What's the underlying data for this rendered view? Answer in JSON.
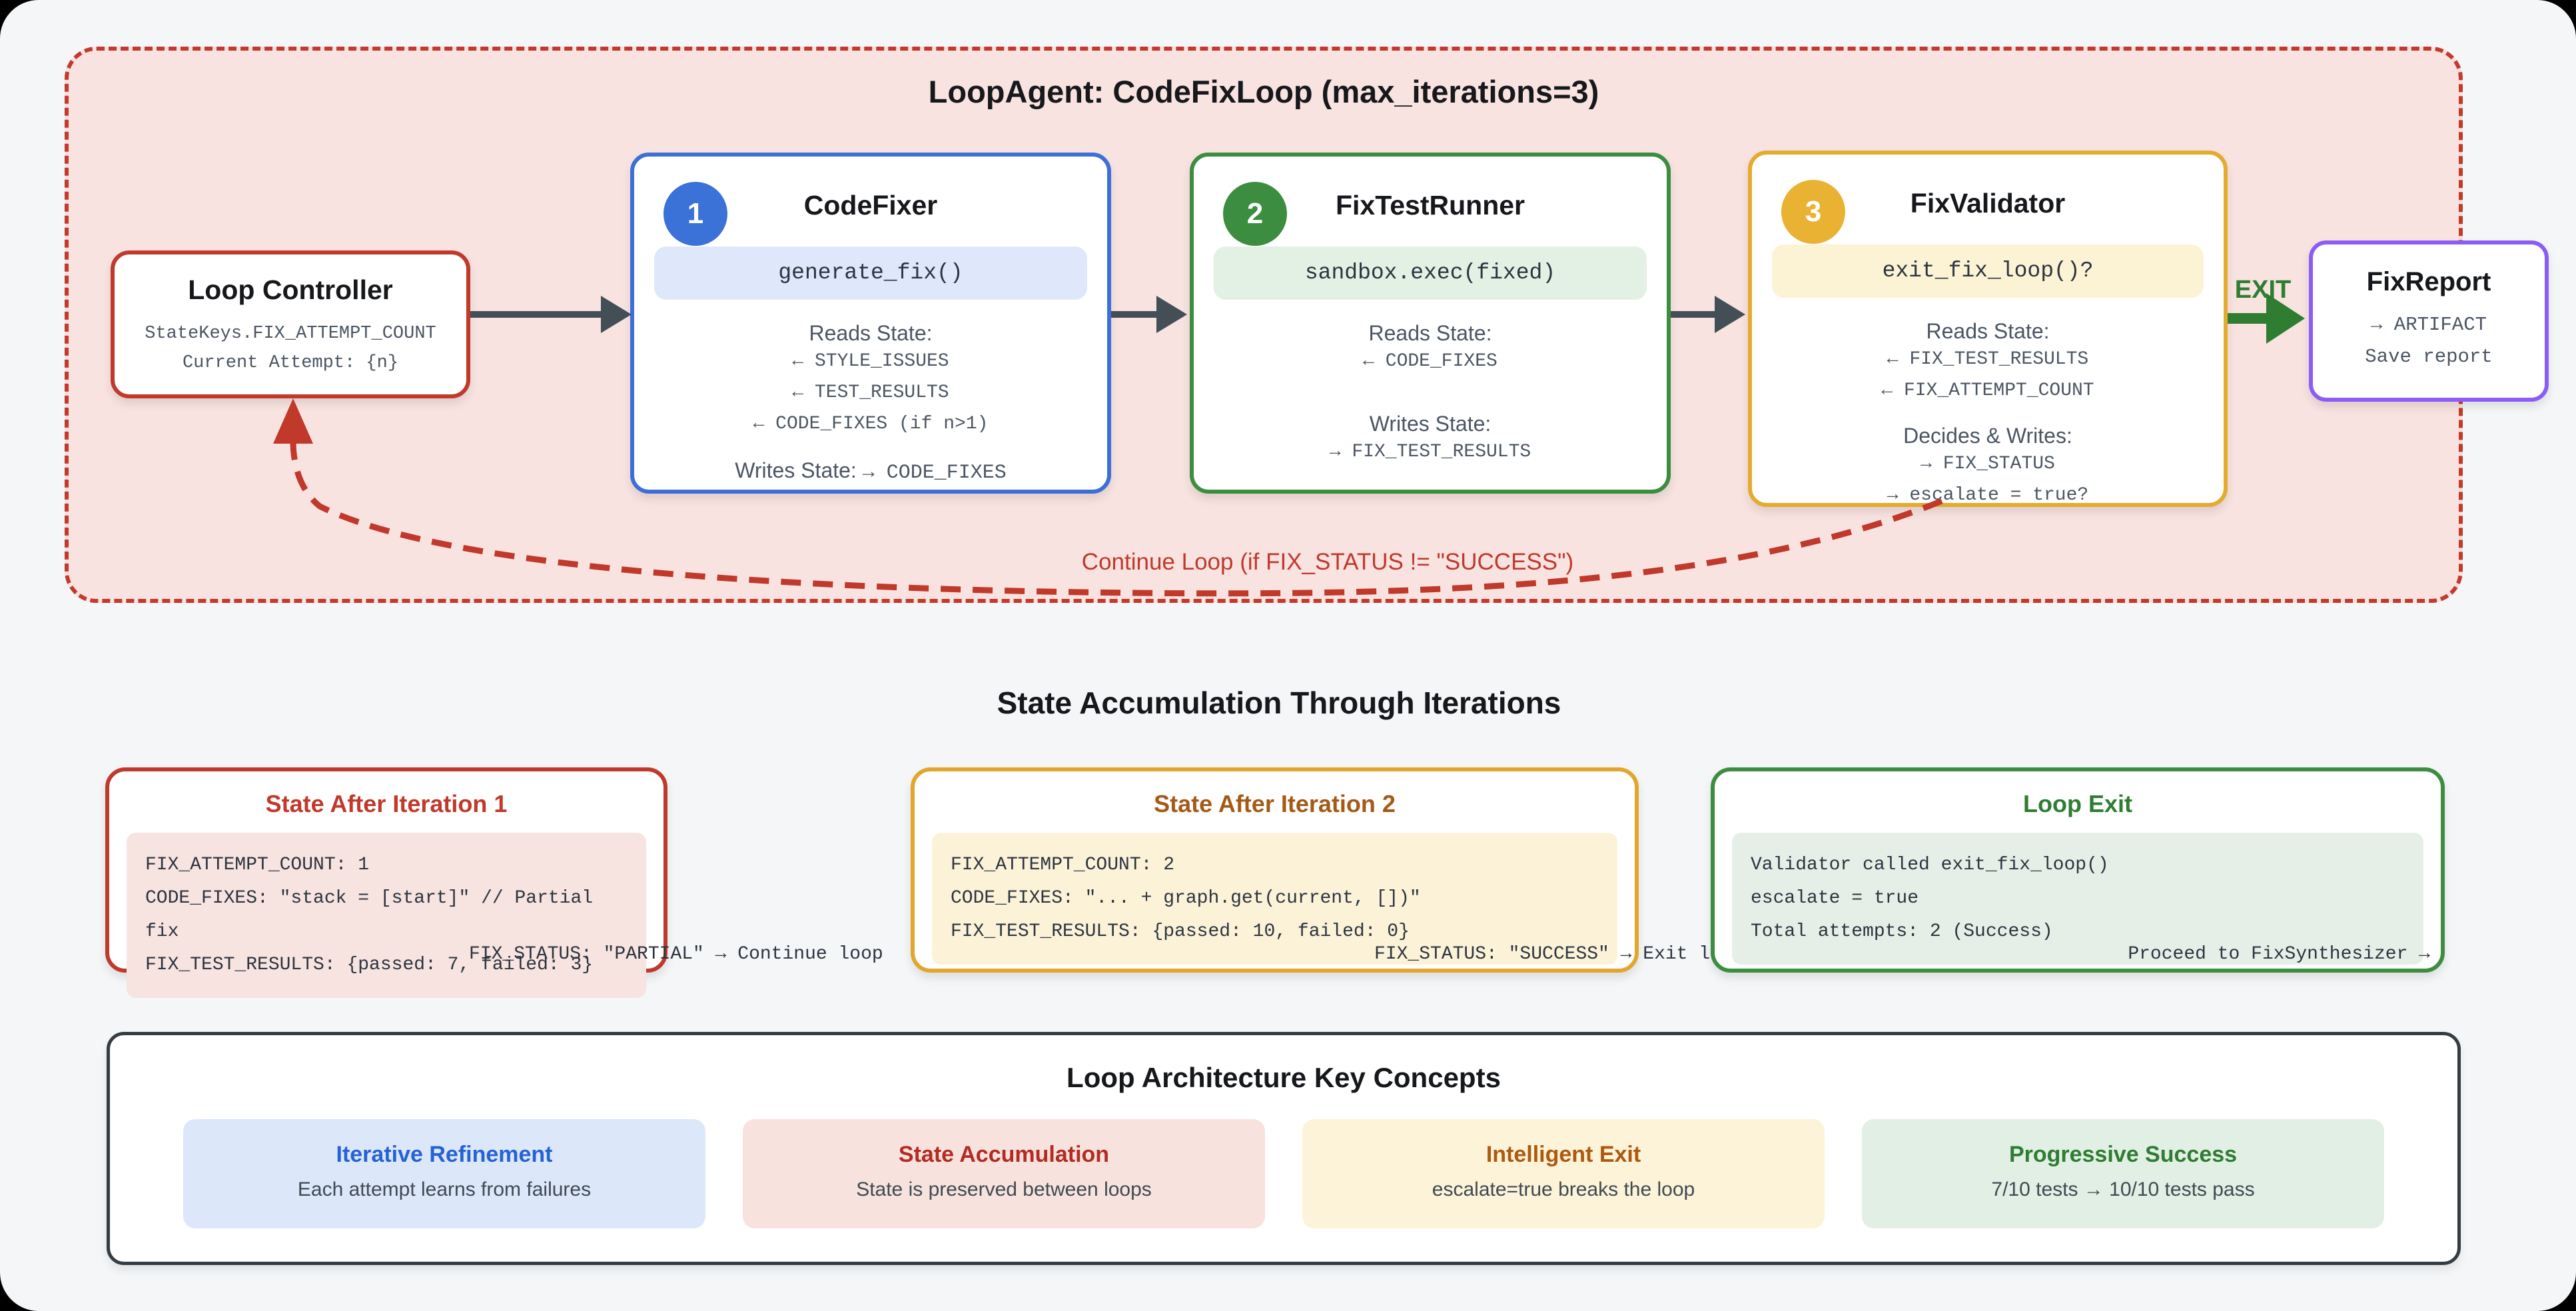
{
  "loop_container": {
    "title": "LoopAgent: CodeFixLoop (max_iterations=3)",
    "controller": {
      "title": "Loop Controller",
      "line1": "StateKeys.FIX_ATTEMPT_COUNT",
      "line2": "Current Attempt: {n}"
    },
    "agents": [
      {
        "num": "1",
        "title": "CodeFixer",
        "pill": "generate_fix()",
        "reads_label": "Reads State:",
        "reads": [
          "← STYLE_ISSUES",
          "← TEST_RESULTS",
          "← CODE_FIXES (if n>1)"
        ],
        "writes_label": "Writes State:",
        "writes_inline": "→ CODE_FIXES"
      },
      {
        "num": "2",
        "title": "FixTestRunner",
        "pill": "sandbox.exec(fixed)",
        "reads_label": "Reads State:",
        "reads": [
          "← CODE_FIXES"
        ],
        "writes_label": "Writes State:",
        "writes": [
          "→ FIX_TEST_RESULTS"
        ]
      },
      {
        "num": "3",
        "title": "FixValidator",
        "pill": "exit_fix_loop()?",
        "reads_label": "Reads State:",
        "reads": [
          "← FIX_TEST_RESULTS",
          "← FIX_ATTEMPT_COUNT"
        ],
        "writes_label": "Decides & Writes:",
        "writes": [
          "→ FIX_STATUS",
          "→ escalate = true?"
        ]
      }
    ],
    "exit_label": "EXIT",
    "report": {
      "title": "FixReport",
      "line1": "→ ARTIFACT",
      "line2": "Save report"
    },
    "continue_label": "Continue Loop (if FIX_STATUS != \"SUCCESS\")"
  },
  "iterations": {
    "title": "State Accumulation Through Iterations",
    "cards": [
      {
        "title": "State After Iteration 1",
        "code": [
          "FIX_ATTEMPT_COUNT: 1",
          "CODE_FIXES: \"stack = [start]\" // Partial fix",
          "FIX_TEST_RESULTS: {passed: 7, failed: 3}"
        ],
        "overflow": "FIX_STATUS: \"PARTIAL\" → Continue loop"
      },
      {
        "title": "State After Iteration 2",
        "code": [
          "FIX_ATTEMPT_COUNT: 2",
          "CODE_FIXES: \"... + graph.get(current, [])\"",
          "FIX_TEST_RESULTS: {passed: 10, failed: 0}"
        ],
        "overflow": "FIX_STATUS: \"SUCCESS\" → Exit loop"
      },
      {
        "title": "Loop Exit",
        "code": [
          "Validator called exit_fix_loop()",
          "escalate = true",
          "Total attempts: 2 (Success)"
        ],
        "overflow": "Proceed to FixSynthesizer →"
      }
    ]
  },
  "concepts": {
    "title": "Loop Architecture Key Concepts",
    "pills": [
      {
        "title": "Iterative Refinement",
        "subtitle": "Each attempt learns from failures"
      },
      {
        "title": "State Accumulation",
        "subtitle": "State is preserved between loops"
      },
      {
        "title": "Intelligent Exit",
        "subtitle": "escalate=true breaks the loop"
      },
      {
        "title": "Progressive Success",
        "subtitle": "7/10 tests → 10/10 tests pass"
      }
    ]
  },
  "colors": {
    "loop_border_red": "#c5392b",
    "loop_bg_pink": "#f8e3e0",
    "blue_accent": "#3b72d8",
    "green_accent": "#3c8d40",
    "amber_accent": "#e5ab2e",
    "purple_accent": "#8b5cf6",
    "exit_green": "#2e7d32",
    "arrow_gray": "#434e57"
  }
}
